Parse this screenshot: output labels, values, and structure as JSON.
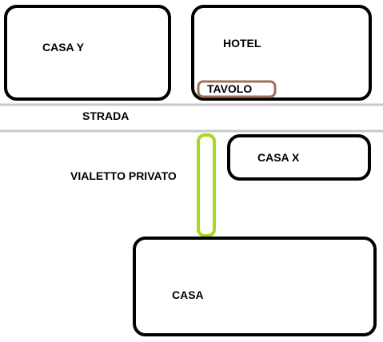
{
  "labels": {
    "casa_y": "CASA Y",
    "hotel": "HOTEL",
    "tavolo": "TAVOLO",
    "strada": "STRADA",
    "casa_x": "CASA X",
    "vialetto": "VIALETTO PRIVATO",
    "casa": "CASA"
  },
  "colors": {
    "outline": "#000000",
    "road_edge": "#c8c8c8",
    "tavolo_box": "#a0705a",
    "vialetto_path": "#a8d820",
    "background": "#ffffff"
  }
}
